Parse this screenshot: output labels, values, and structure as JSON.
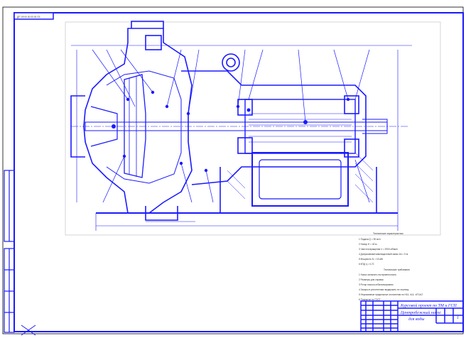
{
  "stamp_top_left": "ДП 1Ф 00.00.00.00 СБ",
  "notes": {
    "heading": "Технические характеристики",
    "lines": [
      "1 Подача Q = 90 м³/ч",
      "2 Напор H = 40 м",
      "3 Частота вращения n = 2900 об/мин",
      "4 Допускаемый кавитационный запас Δh = 5 м",
      "5 Мощность N = 15 кВт",
      "6 КПД η = 0,72"
    ],
    "heading2": "Технические требования",
    "lines2": [
      "1 Насос испытать на герметичность",
      "2 Размеры для справок",
      "3 Ротор насоса отбалансировать",
      "4 Зазоры в уплотнениях выдержать по чертежу",
      "5 Неуказанные предельные отклонения по H14, h14, ±IT14/2",
      "6 Покрытие по ГОСТ"
    ]
  },
  "title_block": {
    "project": "Курсовой проект по ТМ и ГСП",
    "name_line1": "Центробежный насос",
    "name_line2": "для воды",
    "sheet": "1"
  },
  "colors": {
    "line": "#1a1aff",
    "frame": "#000000",
    "paper": "#ffffff"
  },
  "icons": [
    "crosshair-icon"
  ]
}
